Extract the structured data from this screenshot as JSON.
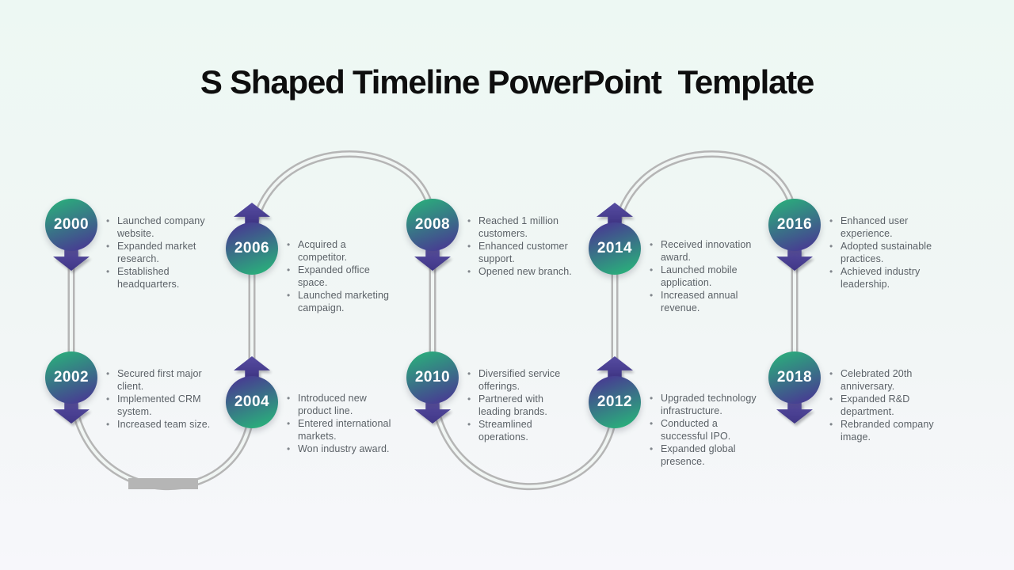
{
  "slide": {
    "title": "S Shaped Timeline PowerPoint  Template"
  },
  "colors": {
    "background_top": "#edf8f3",
    "background_bottom": "#f7f7fb",
    "circle_green": "#2bab7c",
    "circle_purple": "#473d92",
    "arrow_purple": "#4a4093",
    "track_gray": "#b5b5b5",
    "body_text_gray": "#5b6167",
    "title_color": "#0e0e0e",
    "year_text": "#ffffff"
  },
  "milestones": [
    {
      "year": "2000",
      "bullets": [
        "Launched company website.",
        "Expanded market research.",
        "Established headquarters."
      ]
    },
    {
      "year": "2002",
      "bullets": [
        "Secured first major client.",
        "Implemented CRM system.",
        "Increased team size."
      ]
    },
    {
      "year": "2004",
      "bullets": [
        "Introduced new product line.",
        "Entered international markets.",
        "Won industry award."
      ]
    },
    {
      "year": "2006",
      "bullets": [
        "Acquired a competitor.",
        "Expanded office space.",
        "Launched marketing campaign."
      ]
    },
    {
      "year": "2008",
      "bullets": [
        "Reached 1 million customers.",
        "Enhanced customer support.",
        "Opened new branch."
      ]
    },
    {
      "year": "2010",
      "bullets": [
        "Diversified service offerings.",
        "Partnered with leading brands.",
        "Streamlined operations."
      ]
    },
    {
      "year": "2012",
      "bullets": [
        "Upgraded technology infrastructure.",
        "Conducted a successful IPO.",
        "Expanded global presence."
      ]
    },
    {
      "year": "2014",
      "bullets": [
        "Received innovation award.",
        "Launched mobile application.",
        "Increased annual revenue."
      ]
    },
    {
      "year": "2016",
      "bullets": [
        "Enhanced user experience.",
        "Adopted sustainable practices.",
        "Achieved industry leadership."
      ]
    },
    {
      "year": "2018",
      "bullets": [
        "Celebrated 20th anniversary.",
        "Expanded R&D department.",
        "Rebranded company image."
      ]
    }
  ]
}
